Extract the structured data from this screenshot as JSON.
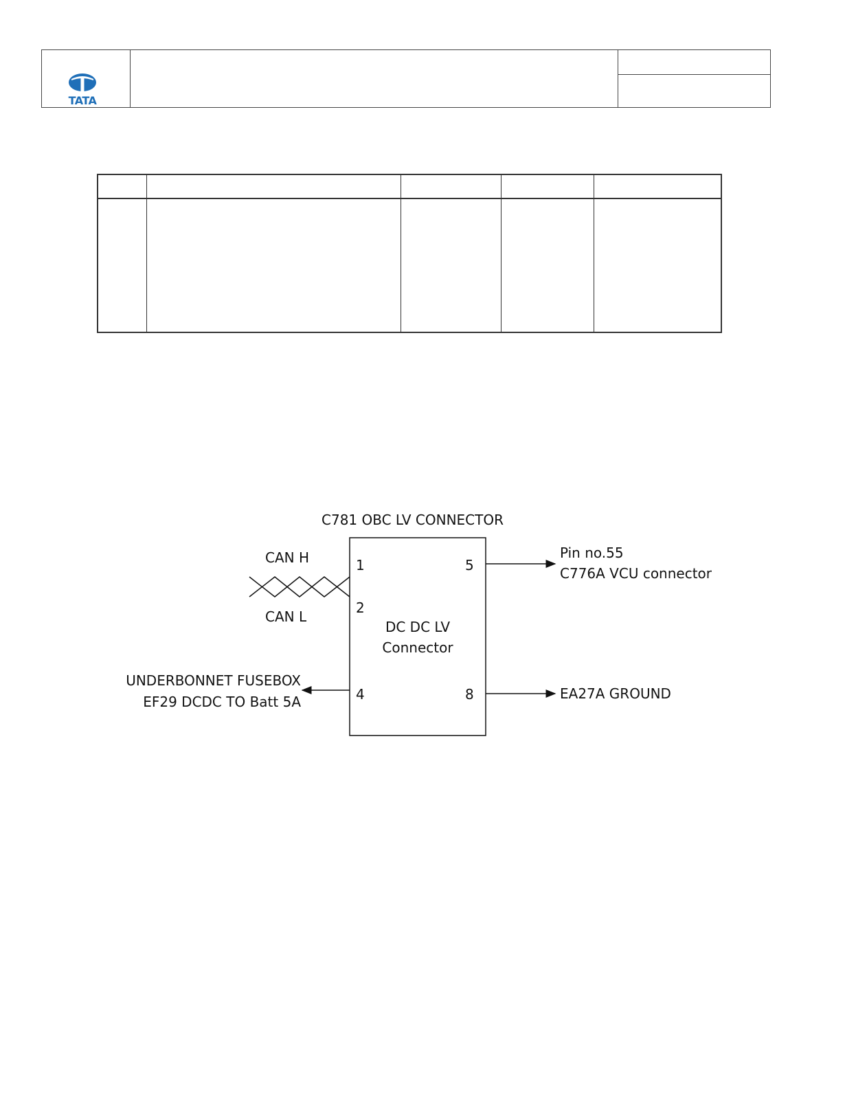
{
  "header": {
    "logo_text": "TATA"
  },
  "diagram": {
    "connector_title": "C781 OBC LV CONNECTOR",
    "box_label_line1": "DC DC LV",
    "box_label_line2": "Connector",
    "pins": {
      "p1": "1",
      "p2": "2",
      "p4": "4",
      "p5": "5",
      "p8": "8"
    },
    "can_h": "CAN H",
    "can_l": "CAN L",
    "pin5_target_line1": "Pin no.55",
    "pin5_target_line2": "C776A VCU connector",
    "pin8_target": "EA27A GROUND",
    "pin4_target_line1": "UNDERBONNET FUSEBOX",
    "pin4_target_line2": "EF29 DCDC TO Batt 5A"
  }
}
